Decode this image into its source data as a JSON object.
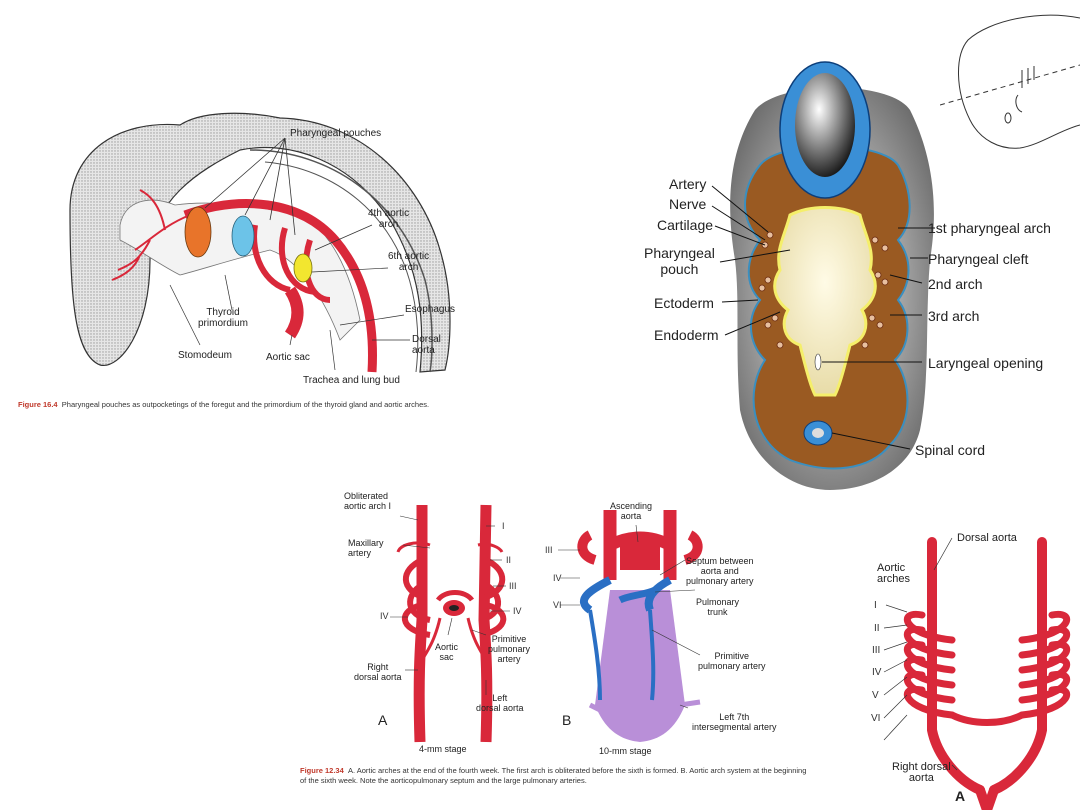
{
  "fig16_4": {
    "labels": {
      "pharyngeal_pouches": "Pharyngeal pouches",
      "fourth_aortic_arch": "4th aortic\narch",
      "sixth_aortic_arch": "6th aortic\narch",
      "esophagus": "Esophagus",
      "thyroid_primordium": "Thyroid\nprimordium",
      "dorsal_aorta": "Dorsal\naorta",
      "stomodeum": "Stomodeum",
      "aortic_sac": "Aortic sac",
      "trachea_lung_bud": "Trachea and lung bud"
    },
    "caption_label": "Figure 16.4",
    "caption_text": "Pharyngeal pouches as outpocketings of the foregut and the primordium of the thyroid gland and aortic arches."
  },
  "cross_section": {
    "labels": {
      "artery": "Artery",
      "nerve": "Nerve",
      "cartilage": "Cartilage",
      "pharyngeal_pouch": "Pharyngeal\npouch",
      "ectoderm": "Ectoderm",
      "endoderm": "Endoderm",
      "first_arch": "1st pharyngeal arch",
      "pharyngeal_cleft": "Pharyngeal cleft",
      "second_arch": "2nd arch",
      "third_arch": "3rd arch",
      "laryngeal_opening": "Laryngeal opening",
      "spinal_cord": "Spinal cord"
    }
  },
  "fig12_34": {
    "panel_a": {
      "letter": "A",
      "stage": "4-mm stage",
      "obliterated_arch": "Obliterated\naortic arch I",
      "maxillary_artery": "Maxillary\nartery",
      "aortic_sac": "Aortic\nsac",
      "primitive_pulmonary": "Primitive\npulmonary\nartery",
      "right_dorsal_aorta": "Right\ndorsal aorta",
      "left_dorsal_aorta": "Left\ndorsal aorta",
      "num_I": "I",
      "num_II": "II",
      "num_III": "III",
      "num_IV_right": "IV",
      "num_IV_left": "IV"
    },
    "panel_b": {
      "letter": "B",
      "stage": "10-mm stage",
      "ascending_aorta": "Ascending\naorta",
      "septum": "Septum between\naorta and\npulmonary artery",
      "pulmonary_trunk": "Pulmonary\ntrunk",
      "primitive_pulmonary": "Primitive\npulmonary artery",
      "left_7th": "Left 7th\nintersegmental artery",
      "num_III": "III",
      "num_IV": "IV",
      "num_VI": "VI"
    },
    "caption_label": "Figure 12.34",
    "caption_text": "A. Aortic arches at the end of the fourth week. The first arch is obliterated before the sixth is formed. B. Aortic arch system at the beginning of the sixth week. Note the aorticopulmonary septum and the large pulmonary arteries."
  },
  "arches_diagram": {
    "dorsal_aorta": "Dorsal aorta",
    "aortic_arches": "Aortic\narches",
    "numerals": [
      "I",
      "II",
      "III",
      "IV",
      "V",
      "VI"
    ],
    "right_dorsal_aorta": "Right dorsal\naorta",
    "letter": "A"
  },
  "colors": {
    "artery_red": "#d9283a",
    "vein_blue": "#2a6fc4",
    "pouch_orange": "#e8742a",
    "pouch_blue": "#6cc3e8",
    "pouch_yellow": "#f2e62f",
    "mesoderm_brown": "#9a5a22",
    "endoderm_yellow": "#f5ef6a",
    "caption_red": "#c0392b"
  }
}
